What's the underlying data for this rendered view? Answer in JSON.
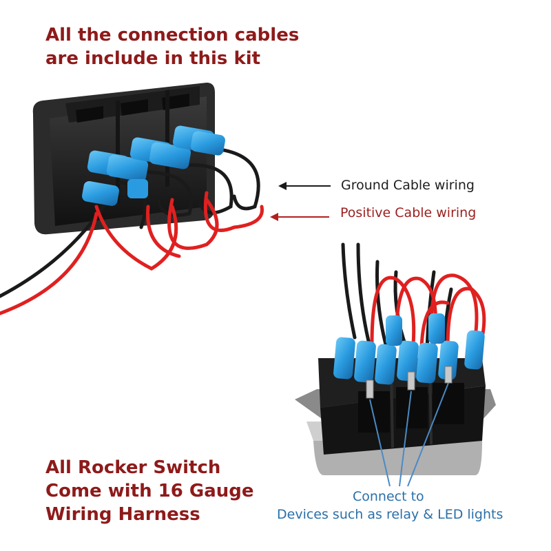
{
  "captions": {
    "top": "All the connection cables\nare include in this kit",
    "bottom": "All Rocker Switch\nCome with 16 Gauge\nWiring Harness"
  },
  "labels": {
    "ground": "Ground Cable wiring",
    "positive": "Positive Cable wiring",
    "connect_line1": "Connect to",
    "connect_line2": "Devices such as relay & LED lights"
  },
  "colors": {
    "caption": "#8e1a1a",
    "ground_text": "#1e1e1e",
    "positive_text": "#9b1f1f",
    "connect_text": "#2a6fa8",
    "red_wire": "#e02020",
    "black_wire": "#1a1a1a",
    "connector_blue": "#2a9be0"
  }
}
